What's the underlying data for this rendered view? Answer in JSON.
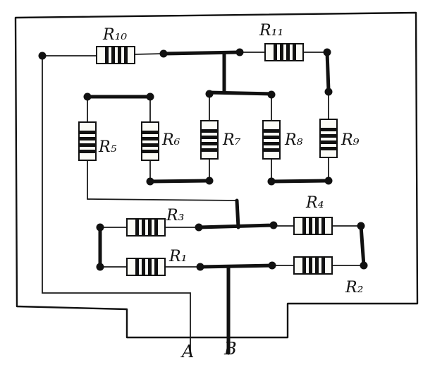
{
  "diagram": {
    "resistors": [
      {
        "id": "R10",
        "label": "R₁₀"
      },
      {
        "id": "R11",
        "label": "R₁₁"
      },
      {
        "id": "R5",
        "label": "R₅"
      },
      {
        "id": "R6",
        "label": "R₆"
      },
      {
        "id": "R7",
        "label": "R₇"
      },
      {
        "id": "R8",
        "label": "R₈"
      },
      {
        "id": "R9",
        "label": "R₉"
      },
      {
        "id": "R3",
        "label": "R₃"
      },
      {
        "id": "R4",
        "label": "R₄"
      },
      {
        "id": "R1",
        "label": "R₁"
      },
      {
        "id": "R2",
        "label": "R₂"
      }
    ],
    "terminals": [
      {
        "id": "A",
        "label": "A"
      },
      {
        "id": "B",
        "label": "B"
      }
    ]
  }
}
